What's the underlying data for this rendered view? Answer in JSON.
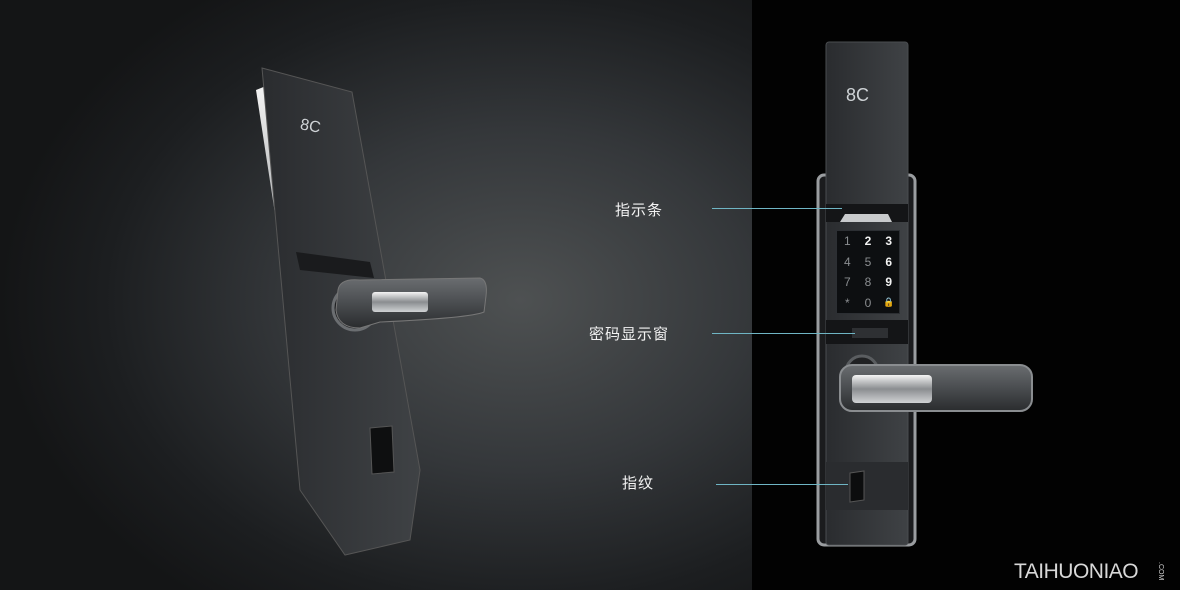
{
  "callouts": {
    "indicator_bar": "指示条",
    "password_display_window": "密码显示窗",
    "fingerprint": "指纹"
  },
  "keypad": {
    "keys": [
      "1",
      "2",
      "3",
      "4",
      "5",
      "6",
      "7",
      "8",
      "9",
      "*",
      "0",
      "🔒"
    ],
    "bright": [
      false,
      true,
      true,
      false,
      false,
      true,
      false,
      false,
      true,
      false,
      false,
      true
    ]
  },
  "logo": "8C",
  "watermark": {
    "main": "TAIHUONIAO",
    "suffix": ".COM"
  },
  "colors": {
    "callout_line": "#6fb5c4",
    "background_left": "#3a3d40",
    "background_right": "#020202"
  }
}
